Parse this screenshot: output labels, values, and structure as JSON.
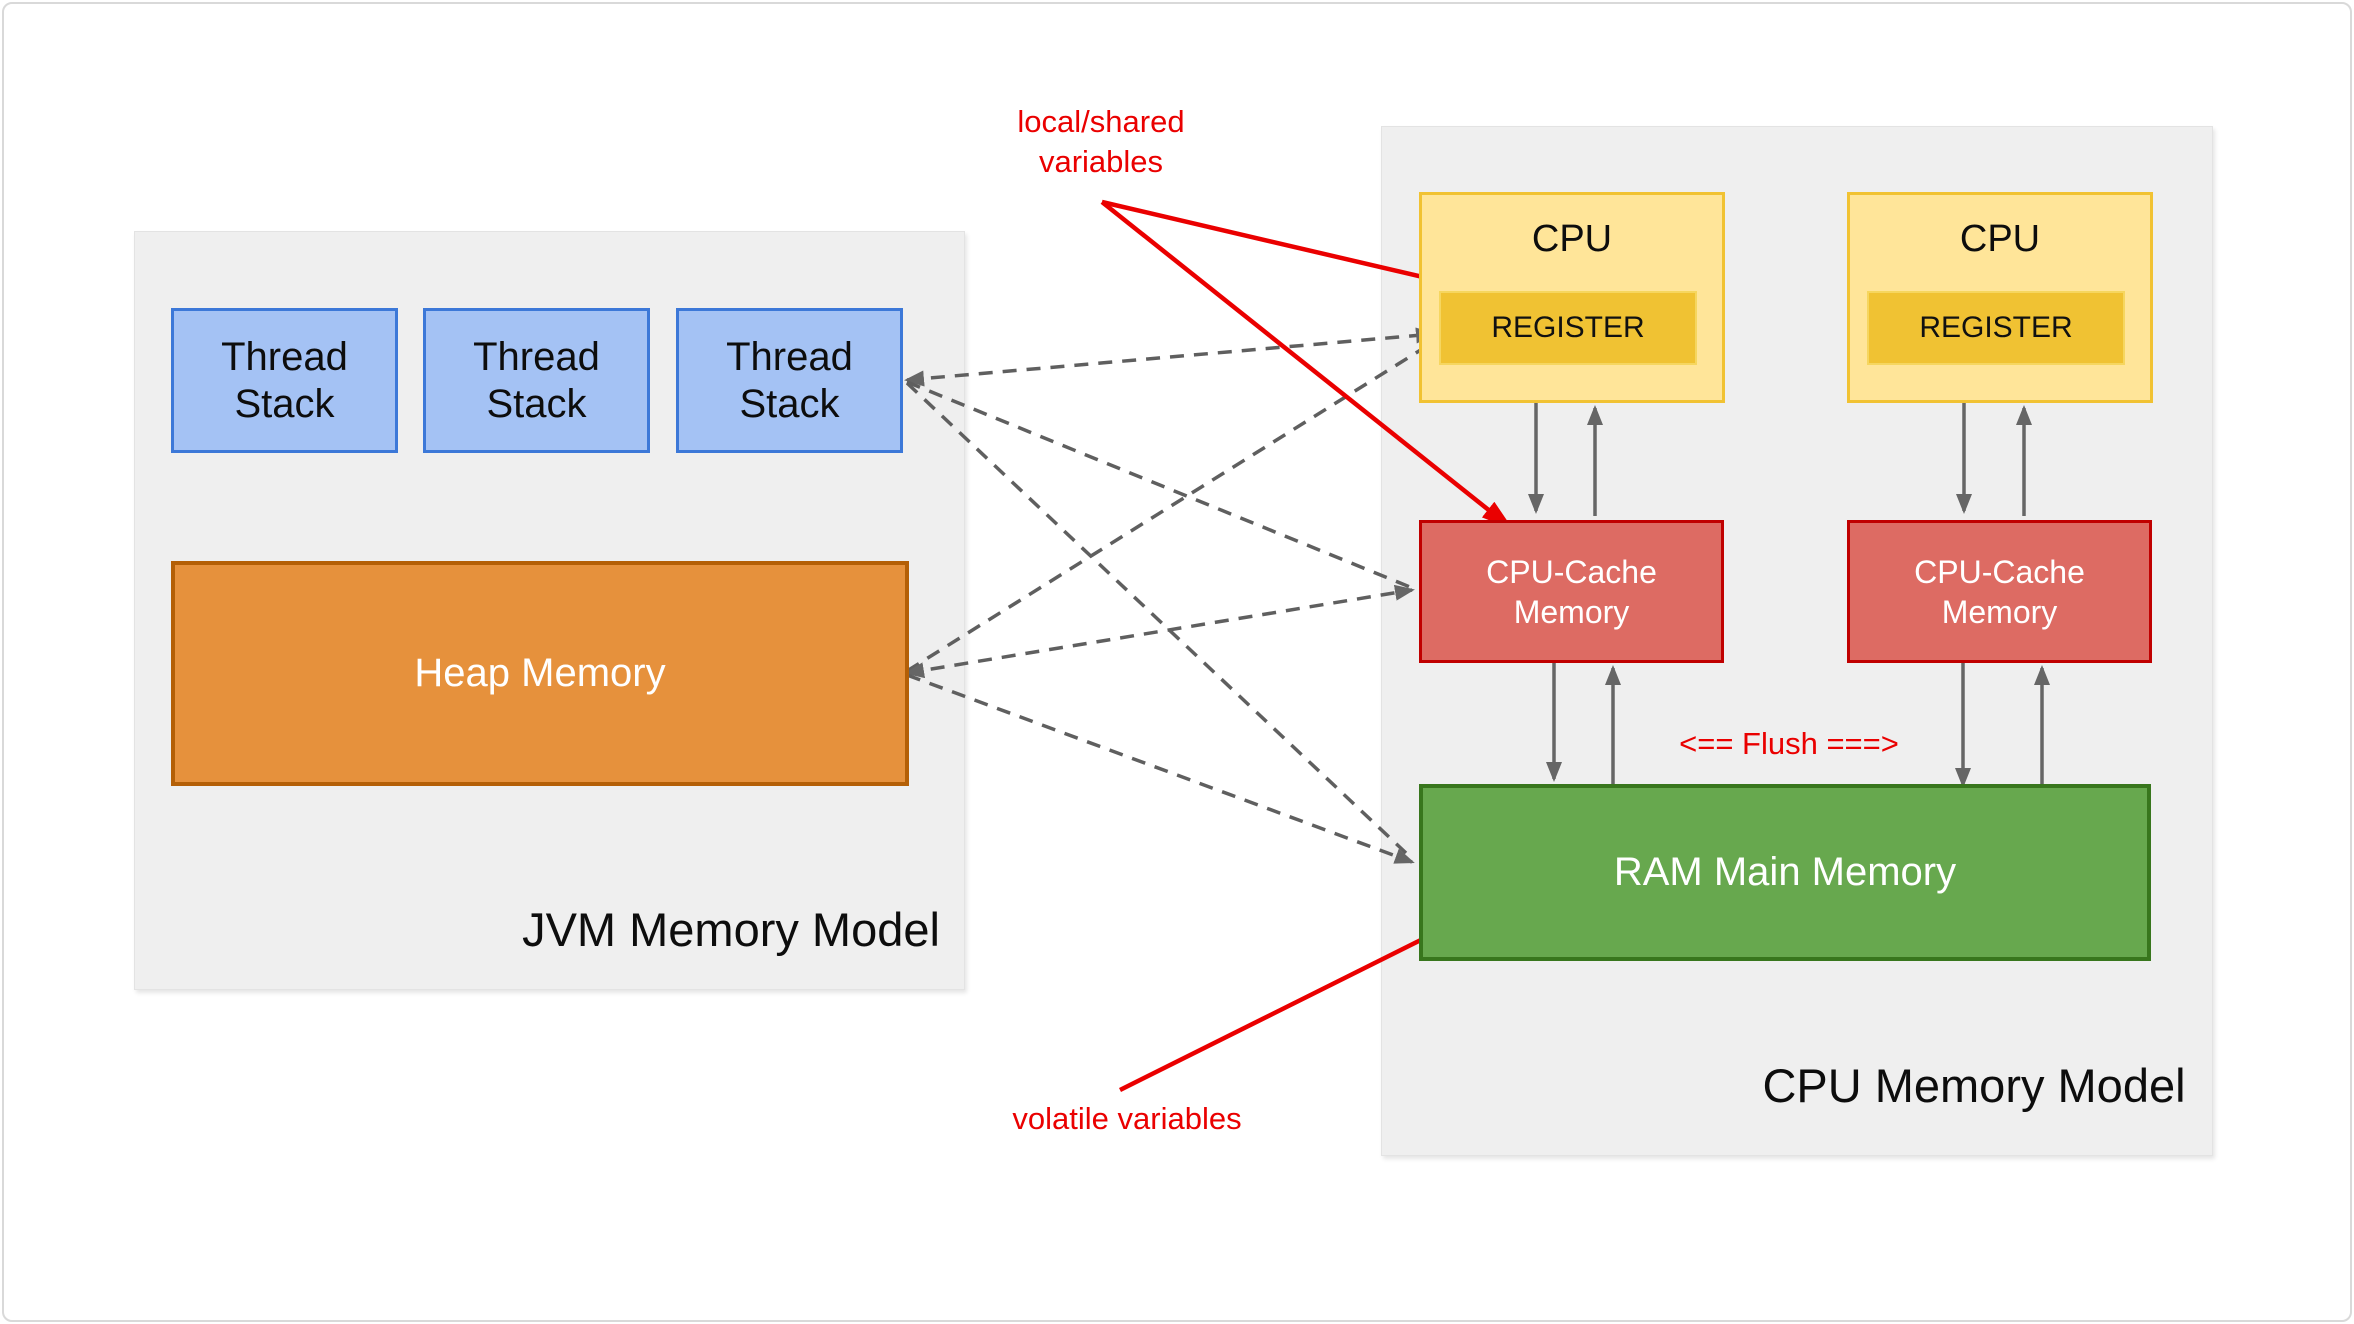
{
  "diagram": {
    "jvm_section": {
      "title": "JVM Memory Model",
      "thread_stacks": [
        {
          "label": "Thread Stack"
        },
        {
          "label": "Thread Stack"
        },
        {
          "label": "Thread Stack"
        }
      ],
      "heap": {
        "label": "Heap Memory"
      }
    },
    "cpu_section": {
      "title": "CPU Memory Model",
      "flush_label": "<== Flush ===>",
      "cpus": [
        {
          "label": "CPU",
          "register_label": "REGISTER",
          "cache_label": "CPU-Cache Memory"
        },
        {
          "label": "CPU",
          "register_label": "REGISTER",
          "cache_label": "CPU-Cache Memory"
        }
      ],
      "ram": {
        "label": "RAM Main Memory"
      }
    },
    "annotations": {
      "local_shared_label": "local/shared variables",
      "volatile_label": "volatile variables"
    },
    "colors": {
      "annotation_red": "#ea0000",
      "thread_fill": "#a4c2f4",
      "thread_border": "#3c78d8",
      "heap_fill": "#e6913c",
      "heap_border": "#b45f06",
      "cpu_fill": "#ffe599",
      "cpu_border": "#f1c232",
      "register_fill": "#f0c233",
      "cache_fill": "#dd6b63",
      "cache_border": "#c00000",
      "ram_fill": "#67a84e",
      "ram_border": "#38761d",
      "section_bg": "#efefef",
      "arrow_gray": "#666666"
    }
  }
}
